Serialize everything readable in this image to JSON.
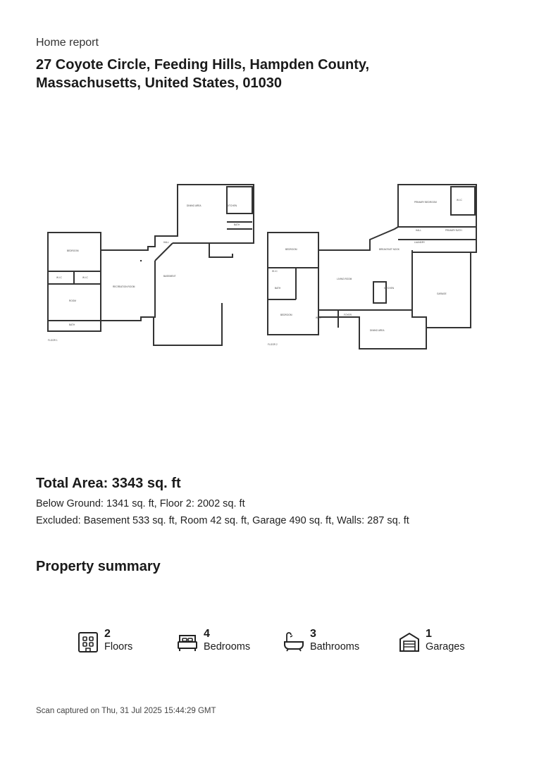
{
  "header": {
    "report_label": "Home report",
    "address_line1": "27 Coyote Circle, Feeding Hills, Hampden County,",
    "address_line2": "Massachusetts, United States, 01030"
  },
  "floorplan": {
    "floor1_label": "FLOOR 1",
    "floor2_label": "FLOOR 2",
    "rooms_floor1": [
      "BEDROOM",
      "W.I.C",
      "W.I.C",
      "ROOM",
      "BATH",
      "RECREATION ROOM",
      "BASEMENT",
      "DINING AREA",
      "KITCHEN",
      "BATH",
      "HALL"
    ],
    "rooms_floor2": [
      "PRIMARY BEDROOM",
      "W.I.C",
      "PRIMARY BATH",
      "LAUNDRY",
      "HALL",
      "BEDROOM",
      "BREAKFAST NOOK",
      "LIVING ROOM",
      "KITCHEN",
      "W.I.C",
      "BATH",
      "BEDROOM",
      "W.I.C",
      "FOYER",
      "DINING AREA",
      "GARAGE"
    ]
  },
  "area": {
    "title": "Total Area: 3343 sq. ft",
    "line1": "Below Ground: 1341 sq. ft, Floor 2: 2002 sq. ft",
    "line2": "Excluded: Basement 533 sq. ft, Room 42 sq. ft, Garage 490 sq. ft, Walls: 287 sq. ft"
  },
  "summary": {
    "title": "Property summary",
    "stats": [
      {
        "value": "2",
        "label": "Floors",
        "icon": "floors-icon"
      },
      {
        "value": "4",
        "label": "Bedrooms",
        "icon": "bed-icon"
      },
      {
        "value": "3",
        "label": "Bathrooms",
        "icon": "bathtub-icon"
      },
      {
        "value": "1",
        "label": "Garages",
        "icon": "garage-icon"
      }
    ]
  },
  "footer": {
    "scan_text": "Scan captured on Thu, 31 Jul 2025 15:44:29 GMT"
  }
}
